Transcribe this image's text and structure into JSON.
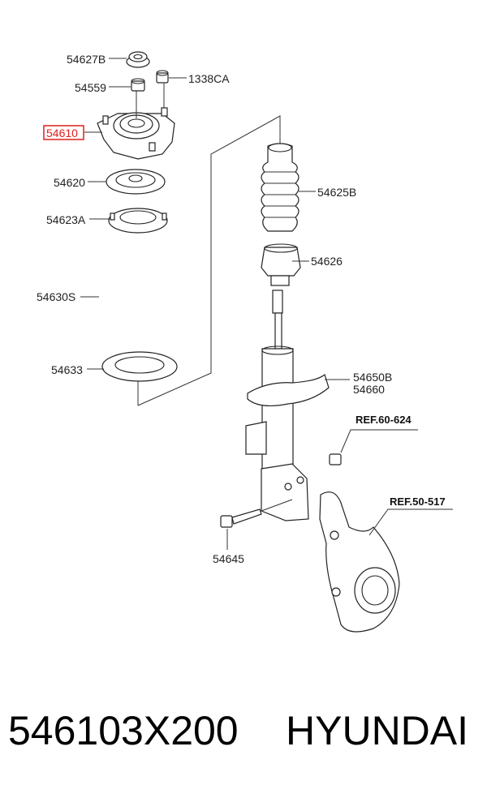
{
  "labels": {
    "p54627B": "54627B",
    "p54559": "54559",
    "p1338CA": "1338CA",
    "p54610": "54610",
    "p54620": "54620",
    "p54623A": "54623A",
    "p54630S": "54630S",
    "p54633": "54633",
    "p54625B": "54625B",
    "p54626": "54626",
    "p54650B": "54650B",
    "p54660": "54660",
    "ref60": "REF.60-624",
    "ref50": "REF.50-517",
    "p54645": "54645"
  },
  "highlight_color": "#e0201b",
  "caption": {
    "part_number": "546103X200",
    "brand": "HYUNDAI"
  }
}
